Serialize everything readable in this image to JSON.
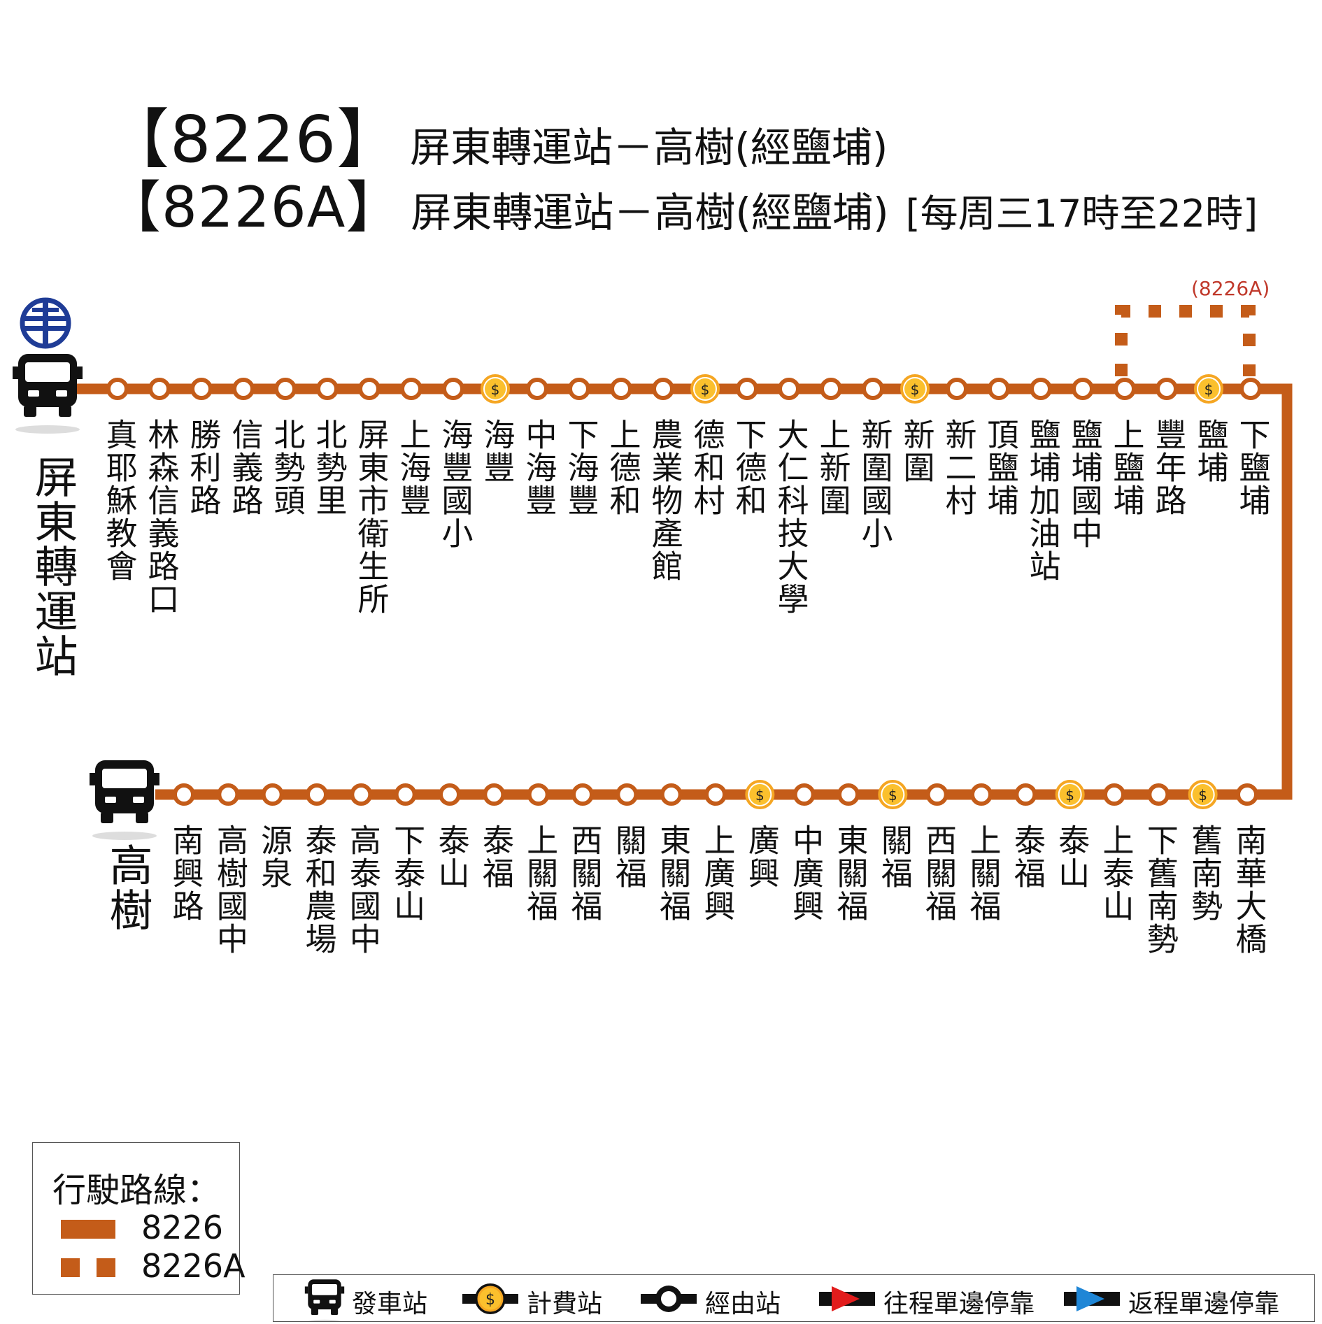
{
  "title": {
    "line1": {
      "route": "【8226】",
      "name": "屏東轉運站－高樹(經鹽埔)"
    },
    "line2": {
      "route": "【8226A】",
      "name": "屏東轉運站－高樹(經鹽埔)",
      "note": "[每周三17時至22時]"
    }
  },
  "colors": {
    "route": "#c45c19",
    "fare_fill": "#fbc02d",
    "fare_ring": "#f5a623",
    "logo": "#1f3c96"
  },
  "terminals": {
    "start": "屏東轉運站",
    "end": "高樹"
  },
  "branch_label": "(8226A)",
  "stops_top": [
    {
      "name": "真耶穌教會",
      "fare": false
    },
    {
      "name": "林森信義路口",
      "fare": false
    },
    {
      "name": "勝利路",
      "fare": false
    },
    {
      "name": "信義路",
      "fare": false
    },
    {
      "name": "北勢頭",
      "fare": false
    },
    {
      "name": "北勢里",
      "fare": false
    },
    {
      "name": "屏東市衛生所",
      "fare": false
    },
    {
      "name": "上海豐",
      "fare": false
    },
    {
      "name": "海豐國小",
      "fare": false
    },
    {
      "name": "海豐",
      "fare": true
    },
    {
      "name": "中海豐",
      "fare": false
    },
    {
      "name": "下海豐",
      "fare": false
    },
    {
      "name": "上德和",
      "fare": false
    },
    {
      "name": "農業物產館",
      "fare": false
    },
    {
      "name": "德和村",
      "fare": true
    },
    {
      "name": "下德和",
      "fare": false
    },
    {
      "name": "大仁科技大學",
      "fare": false
    },
    {
      "name": "上新圍",
      "fare": false
    },
    {
      "name": "新圍國小",
      "fare": false
    },
    {
      "name": "新圍",
      "fare": true
    },
    {
      "name": "新二村",
      "fare": false
    },
    {
      "name": "頂鹽埔",
      "fare": false
    },
    {
      "name": "鹽埔加油站",
      "fare": false
    },
    {
      "name": "鹽埔國中",
      "fare": false
    },
    {
      "name": "上鹽埔",
      "fare": false
    },
    {
      "name": "豐年路",
      "fare": false
    },
    {
      "name": "鹽埔",
      "fare": true
    },
    {
      "name": "下鹽埔",
      "fare": false
    }
  ],
  "stops_bottom": [
    {
      "name": "南興路",
      "fare": false
    },
    {
      "name": "高樹國中",
      "fare": false
    },
    {
      "name": "源泉",
      "fare": false
    },
    {
      "name": "泰和農場",
      "fare": false
    },
    {
      "name": "高泰國中",
      "fare": false
    },
    {
      "name": "下泰山",
      "fare": false
    },
    {
      "name": "泰山",
      "fare": false
    },
    {
      "name": "泰福",
      "fare": false
    },
    {
      "name": "上關福",
      "fare": false
    },
    {
      "name": "西關福",
      "fare": false
    },
    {
      "name": "關福",
      "fare": false
    },
    {
      "name": "東關福",
      "fare": false
    },
    {
      "name": "上廣興",
      "fare": false
    },
    {
      "name": "廣興",
      "fare": true
    },
    {
      "name": "中廣興",
      "fare": false
    },
    {
      "name": "東關福",
      "fare": false
    },
    {
      "name": "關福",
      "fare": true
    },
    {
      "name": "西關福",
      "fare": false
    },
    {
      "name": "上關福",
      "fare": false
    },
    {
      "name": "泰福",
      "fare": false
    },
    {
      "name": "泰山",
      "fare": true
    },
    {
      "name": "上泰山",
      "fare": false
    },
    {
      "name": "下舊南勢",
      "fare": false
    },
    {
      "name": "舊南勢",
      "fare": true
    },
    {
      "name": "南華大橋",
      "fare": false
    }
  ],
  "legend": {
    "title": "行駛路線：",
    "items": [
      {
        "label": "8226",
        "style": "solid"
      },
      {
        "label": "8226A",
        "style": "dashed"
      }
    ]
  },
  "key": {
    "terminal": "發車站",
    "fare": "計費站",
    "via": "經由站",
    "outbound": "往程單邊停靠",
    "inbound": "返程單邊停靠"
  }
}
